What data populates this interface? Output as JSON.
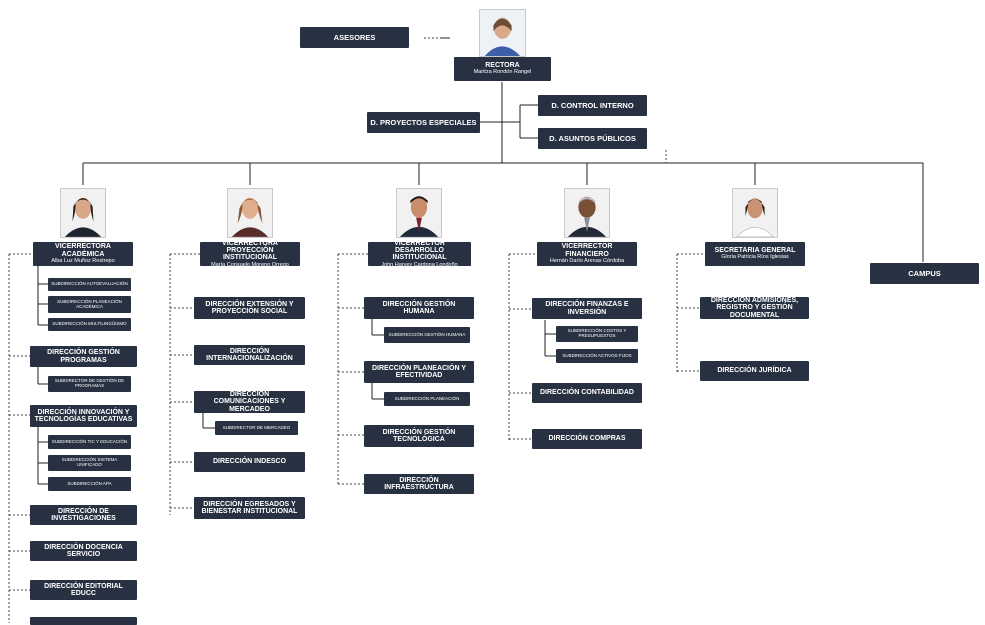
{
  "asesores": "ASESORES",
  "rectora": {
    "title": "RECTORA",
    "name": "Maritza Rondón Rangel"
  },
  "control_interno": "D. CONTROL INTERNO",
  "proyectos_especiales": "D. PROYECTOS ESPECIALES",
  "asuntos_publicos": "D. ASUNTOS PÚBLICOS",
  "campus": "CAMPUS",
  "columns": [
    {
      "title": "VICERRECTORA ACADÉMICA",
      "name": "Alba Luz Muñoz Restrepo",
      "items": [
        "SUBDIRECCIÓN AUTOEVALUACIÓN",
        "SUBDIRECCIÓN PLANEACIÓN ACADÉMICA",
        "SUBDIRECCIÓN MULTILINGÜISMO",
        "DIRECCIÓN GESTIÓN PROGRAMAS",
        "SUBDIRECTOR DE GESTIÓN DE PROGRAMAS",
        "DIRECCIÓN INNOVACIÓN Y TECNOLOGÍAS EDUCATIVAS",
        "SUBDIRECCIÓN TIC Y EDUCACIÓN",
        "SUBDIRECCIÓN SISTEMA UNIFICADO",
        "SUBDIRECCIÓN APA",
        "DIRECCIÓN DE INVESTIGACIONES",
        "DIRECCIÓN DOCENCIA SERVICIO",
        "DIRECCIÓN EDITORIAL EDUCC"
      ]
    },
    {
      "title": "VICERRECTORA PROYECCIÓN INSTITUCIONAL",
      "name": "María Consuelo Moreno Orrego",
      "items": [
        "DIRECCIÓN EXTENSIÓN Y PROYECCIÓN SOCIAL",
        "DIRECCIÓN INTERNACIONALIZACIÓN",
        "DIRECCIÓN COMUNICACIONES Y MERCADEO",
        "SUBDIRECTOR DE MERCADEO",
        "DIRECCIÓN INDESCO",
        "DIRECCIÓN EGRESADOS Y BIENESTAR INSTITUCIONAL"
      ]
    },
    {
      "title": "VICERRECTOR DESARROLLO INSTITUCIONAL",
      "name": "John Harvey Cardona Londoño",
      "items": [
        "DIRECCIÓN GESTIÓN HUMANA",
        "SUBDIRECCIÓN GESTIÓN HUMANA",
        "DIRECCIÓN PLANEACIÓN Y EFECTIVIDAD",
        "SUBDIRECCIÓN PLANEACIÓN",
        "DIRECCIÓN GESTIÓN TECNOLÓGICA",
        "DIRECCIÓN INFRAESTRUCTURA"
      ]
    },
    {
      "title": "VICERRECTOR FINANCIERO",
      "name": "Hernán Darío Arenas Córdoba",
      "items": [
        "DIRECCIÓN FINANZAS E INVERSIÓN",
        "SUBDIRECCIÓN COSTOS Y PRESUPUESTOS",
        "SUBDIRECCIÓN ACTIVOS FIJOS",
        "DIRECCIÓN CONTABILIDAD",
        "DIRECCIÓN COMPRAS"
      ]
    },
    {
      "title": "SECRETARIA GENERAL",
      "name": "Gloria Patricia Ríos Iglesias",
      "items": [
        "DIRECCIÓN ADMISIONES, REGISTRO Y GESTIÓN DOCUMENTAL",
        "DIRECCIÓN JURÍDICA"
      ]
    }
  ],
  "colors": {
    "box": "#283142",
    "text": "#ffffff",
    "line": "#222222"
  },
  "photo_icons": [
    "rectora-photo",
    "vicerrectora-academica-photo",
    "vicerrectora-proyeccion-photo",
    "vicerrector-desarrollo-photo",
    "vicerrector-financiero-photo",
    "secretaria-general-photo"
  ]
}
